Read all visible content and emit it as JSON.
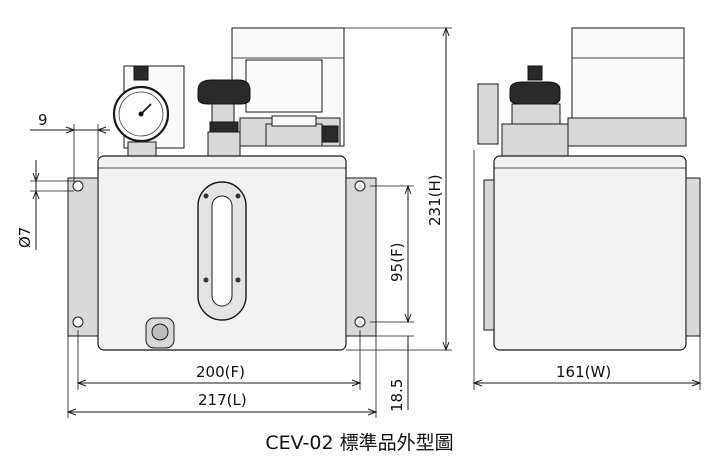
{
  "dimensions": {
    "gap": "9",
    "hole_diameter": "Ø7",
    "total_height": "231(H)",
    "mount_pitch_vertical": "95(F)",
    "mount_pitch_horizontal": "200(F)",
    "overall_length": "217(L)",
    "base_offset": "18.5",
    "width": "161(W)"
  },
  "caption": "CEV-02 標準品外型圖"
}
